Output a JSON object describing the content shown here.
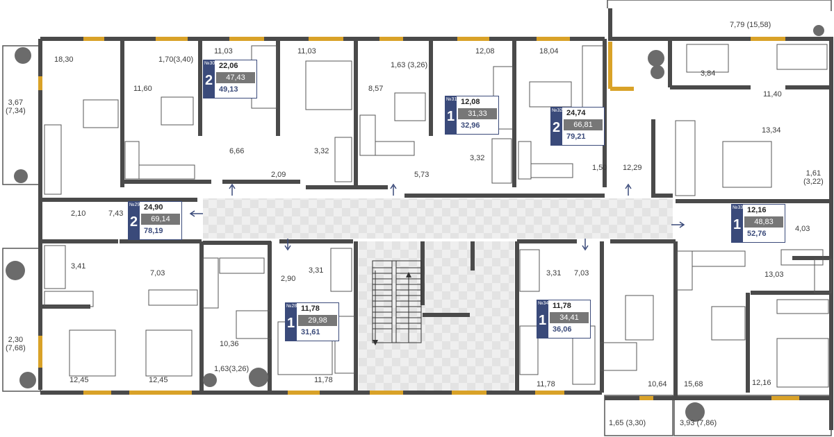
{
  "colors": {
    "wall": "#4a4a4a",
    "window": "#d9a228",
    "badge": "#3a4a7a",
    "corridor": "#e8e8e8"
  },
  "rooms": {
    "r01": "18,30",
    "r02": "3,67\n(7,34)",
    "r03": "11,60",
    "r04": "1,70(3,40)",
    "r05": "11,03",
    "r06": "11,03",
    "r07": "6,66",
    "r08": "3,32",
    "r09": "2,09",
    "r10": "1,63 (3,26)",
    "r11": "8,57",
    "r12": "12,08",
    "r13": "18,04",
    "r14": "7,79 (15,58)",
    "r15": "3,84",
    "r16": "11,40",
    "r17": "13,34",
    "r18": "1,61\n(3,22)",
    "r19": "5,73",
    "r20": "3,32",
    "r21": "1,50",
    "r22": "12,29",
    "r23": "2,10",
    "r24": "7,43",
    "r25": "3,41",
    "r26": "7,03",
    "r27": "2,30\n(7,68)",
    "r28": "12,45",
    "r29": "12,45",
    "r30": "10,36",
    "r31": "1,63(3,26)",
    "r32": "3,31",
    "r33": "2,90",
    "r34": "11,78",
    "r35": "3,31",
    "r36": "7,03",
    "r37": "11,78",
    "r38": "10,64",
    "r39": "15,68",
    "r40": "12,16",
    "r41": "1,65 (3,30)",
    "r42": "3,93 (7,86)",
    "r43": "4,03",
    "r44": "13,03"
  },
  "apartments": [
    {
      "id": "30",
      "no": "№30",
      "rooms": "2",
      "living": "22,06",
      "total": "47,43",
      "with_balcony": "49,13"
    },
    {
      "id": "31",
      "no": "№31",
      "rooms": "1",
      "living": "12,08",
      "total": "31,33",
      "with_balcony": "32,96"
    },
    {
      "id": "32",
      "no": "№32",
      "rooms": "2",
      "living": "24,74",
      "total": "66,81",
      "with_balcony": "79,21"
    },
    {
      "id": "29",
      "no": "№29",
      "rooms": "2",
      "living": "24,90",
      "total": "69,14",
      "with_balcony": "78,19"
    },
    {
      "id": "33",
      "no": "№33",
      "rooms": "1",
      "living": "12,16",
      "total": "48,83",
      "with_balcony": "52,76"
    },
    {
      "id": "28",
      "no": "№28",
      "rooms": "1",
      "living": "11,78",
      "total": "29,98",
      "with_balcony": "31,61"
    },
    {
      "id": "34",
      "no": "№34",
      "rooms": "1",
      "living": "11,78",
      "total": "34,41",
      "with_balcony": "36,06"
    }
  ]
}
